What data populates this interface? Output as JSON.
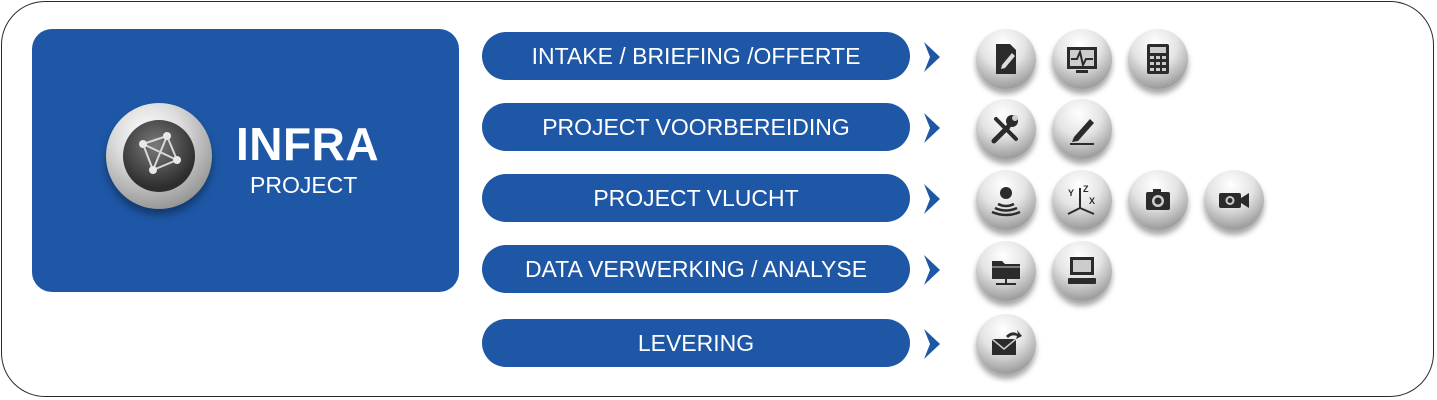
{
  "hero": {
    "title": "INFRA",
    "subtitle": "PROJECT",
    "color": "#1e57a6"
  },
  "steps": [
    {
      "label": "INTAKE / BRIEFING /OFFERTE",
      "icons": [
        "document-edit-icon",
        "monitor-waveform-icon",
        "calculator-icon"
      ]
    },
    {
      "label": "PROJECT VOORBEREIDING",
      "icons": [
        "tools-icon",
        "pencil-icon"
      ]
    },
    {
      "label": "PROJECT VLUCHT",
      "icons": [
        "sonar-person-icon",
        "xyz-axes-icon",
        "camera-icon",
        "video-camera-icon"
      ]
    },
    {
      "label": "DATA VERWERKING / ANALYSE",
      "icons": [
        "network-folder-icon",
        "computer-icon"
      ]
    },
    {
      "label": "LEVERING",
      "icons": [
        "send-mail-icon"
      ]
    }
  ],
  "axes_icon_letters": {
    "x": "X",
    "y": "Y",
    "z": "Z"
  }
}
